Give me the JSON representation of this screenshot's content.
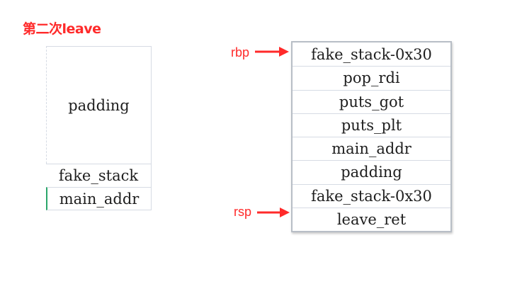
{
  "title": "第二次leave",
  "left_stack": {
    "cells": [
      "padding",
      "fake_stack",
      "main_addr"
    ]
  },
  "right_stack": {
    "cells": [
      "fake_stack-0x30",
      "pop_rdi",
      "puts_got",
      "puts_plt",
      "main_addr",
      "padding",
      "fake_stack-0x30",
      "leave_ret"
    ]
  },
  "pointers": {
    "rbp": "rbp",
    "rsp": "rsp"
  },
  "colors": {
    "accent": "#ff2a2a",
    "grid": "#d6dbe4",
    "frame": "#b8bec6",
    "marker": "#2aa66a"
  }
}
